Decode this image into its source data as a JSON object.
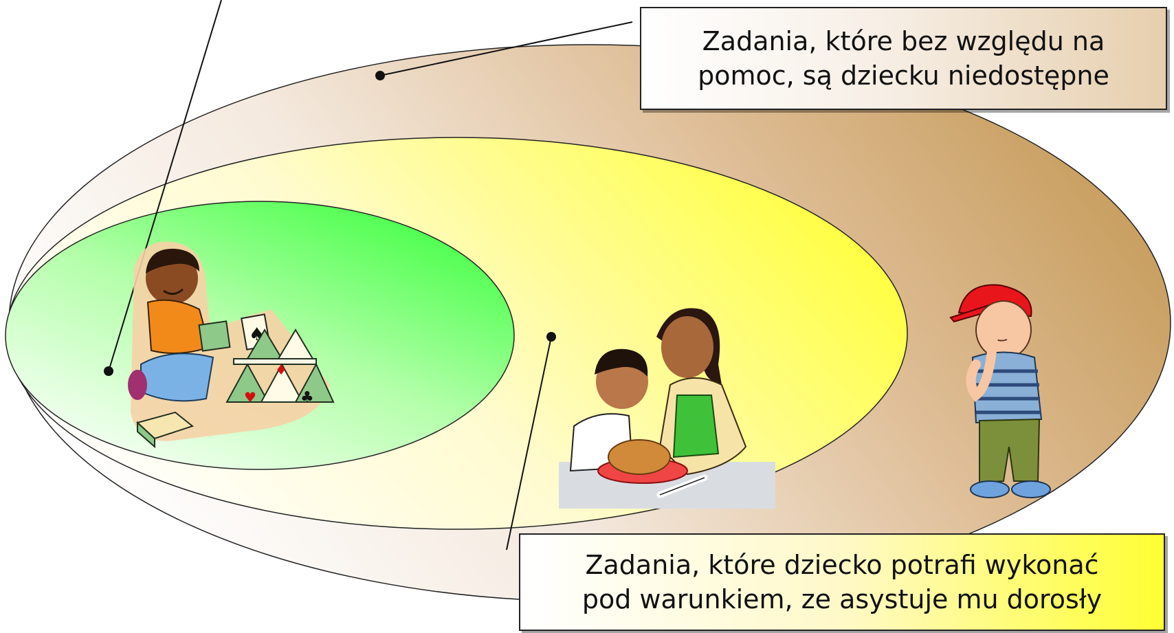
{
  "zones": {
    "outer": {
      "lines": [
        "Zadania, które bez względu na",
        "pomoc, są dziecku niedostępne"
      ],
      "fill_dark": "#c8a066",
      "fill_light": "#f3e7dc"
    },
    "middle": {
      "lines": [
        "Zadania, które dziecko potrafi wykonać",
        "pod warunkiem, ze asystuje mu dorosły"
      ],
      "fill": "#fdf78a"
    },
    "inner": {
      "fill": "#56ff4f"
    }
  },
  "illustrations": [
    {
      "name": "child-building-card-house",
      "description_icon": "card-house-icon"
    },
    {
      "name": "adult-helping-child",
      "description_icon": "helping-icon"
    },
    {
      "name": "child-with-cap-thinking",
      "description_icon": "thinking-child-icon"
    }
  ]
}
